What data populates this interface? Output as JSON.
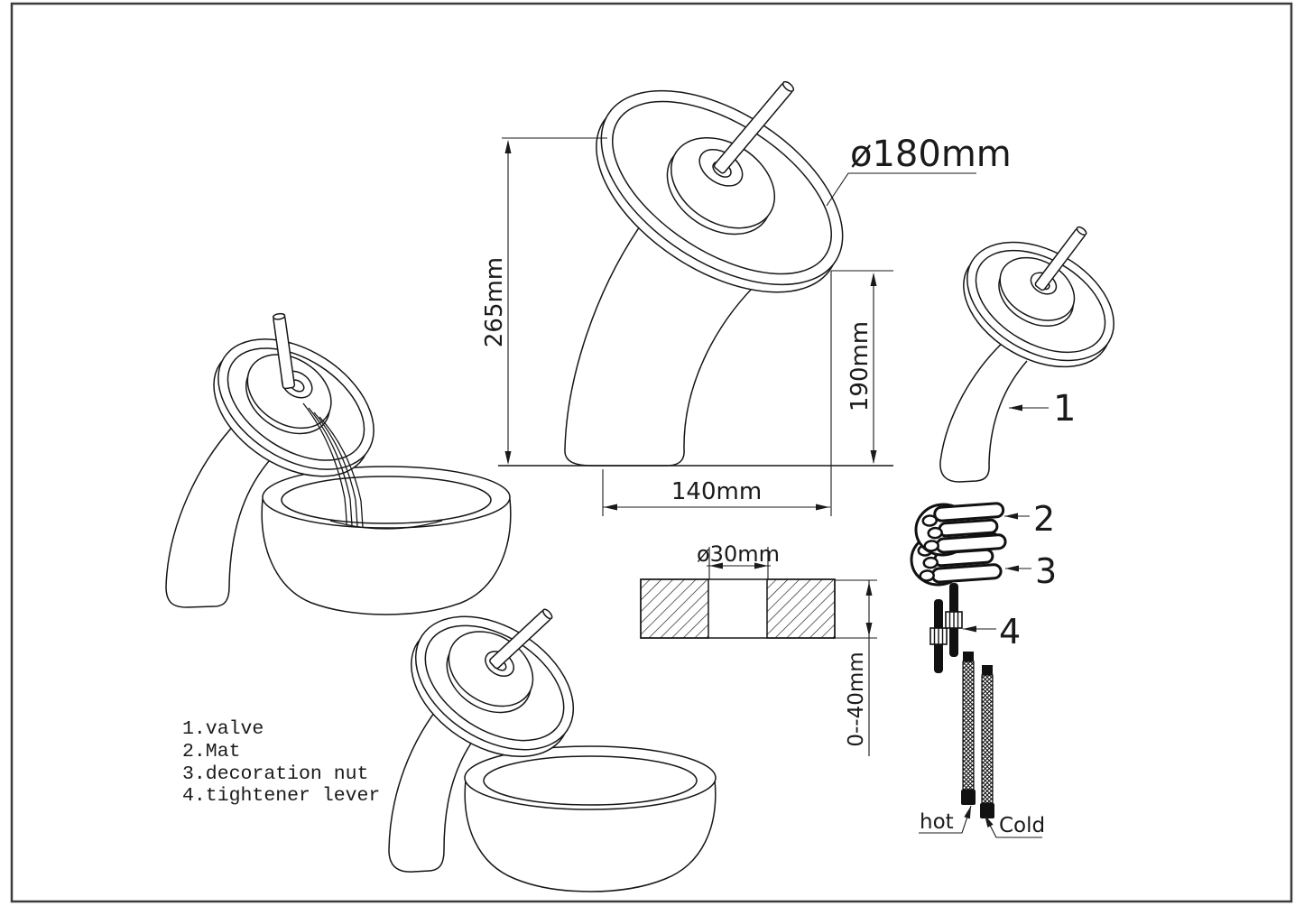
{
  "dims": {
    "disc_diameter": "ø180mm",
    "overall_height": "265mm",
    "spout_height": "190mm",
    "reach": "140mm",
    "hole_diameter": "ø30mm",
    "deck_thickness": "0--40mm"
  },
  "parts": {
    "valve": "1",
    "mat": "2",
    "decoration_nut": "3",
    "tightener_lever": "4"
  },
  "legend": [
    "1.valve",
    "2.Mat",
    "3.decoration nut",
    "4.tightener lever"
  ],
  "water": {
    "hot": "hot",
    "cold": "Cold"
  }
}
